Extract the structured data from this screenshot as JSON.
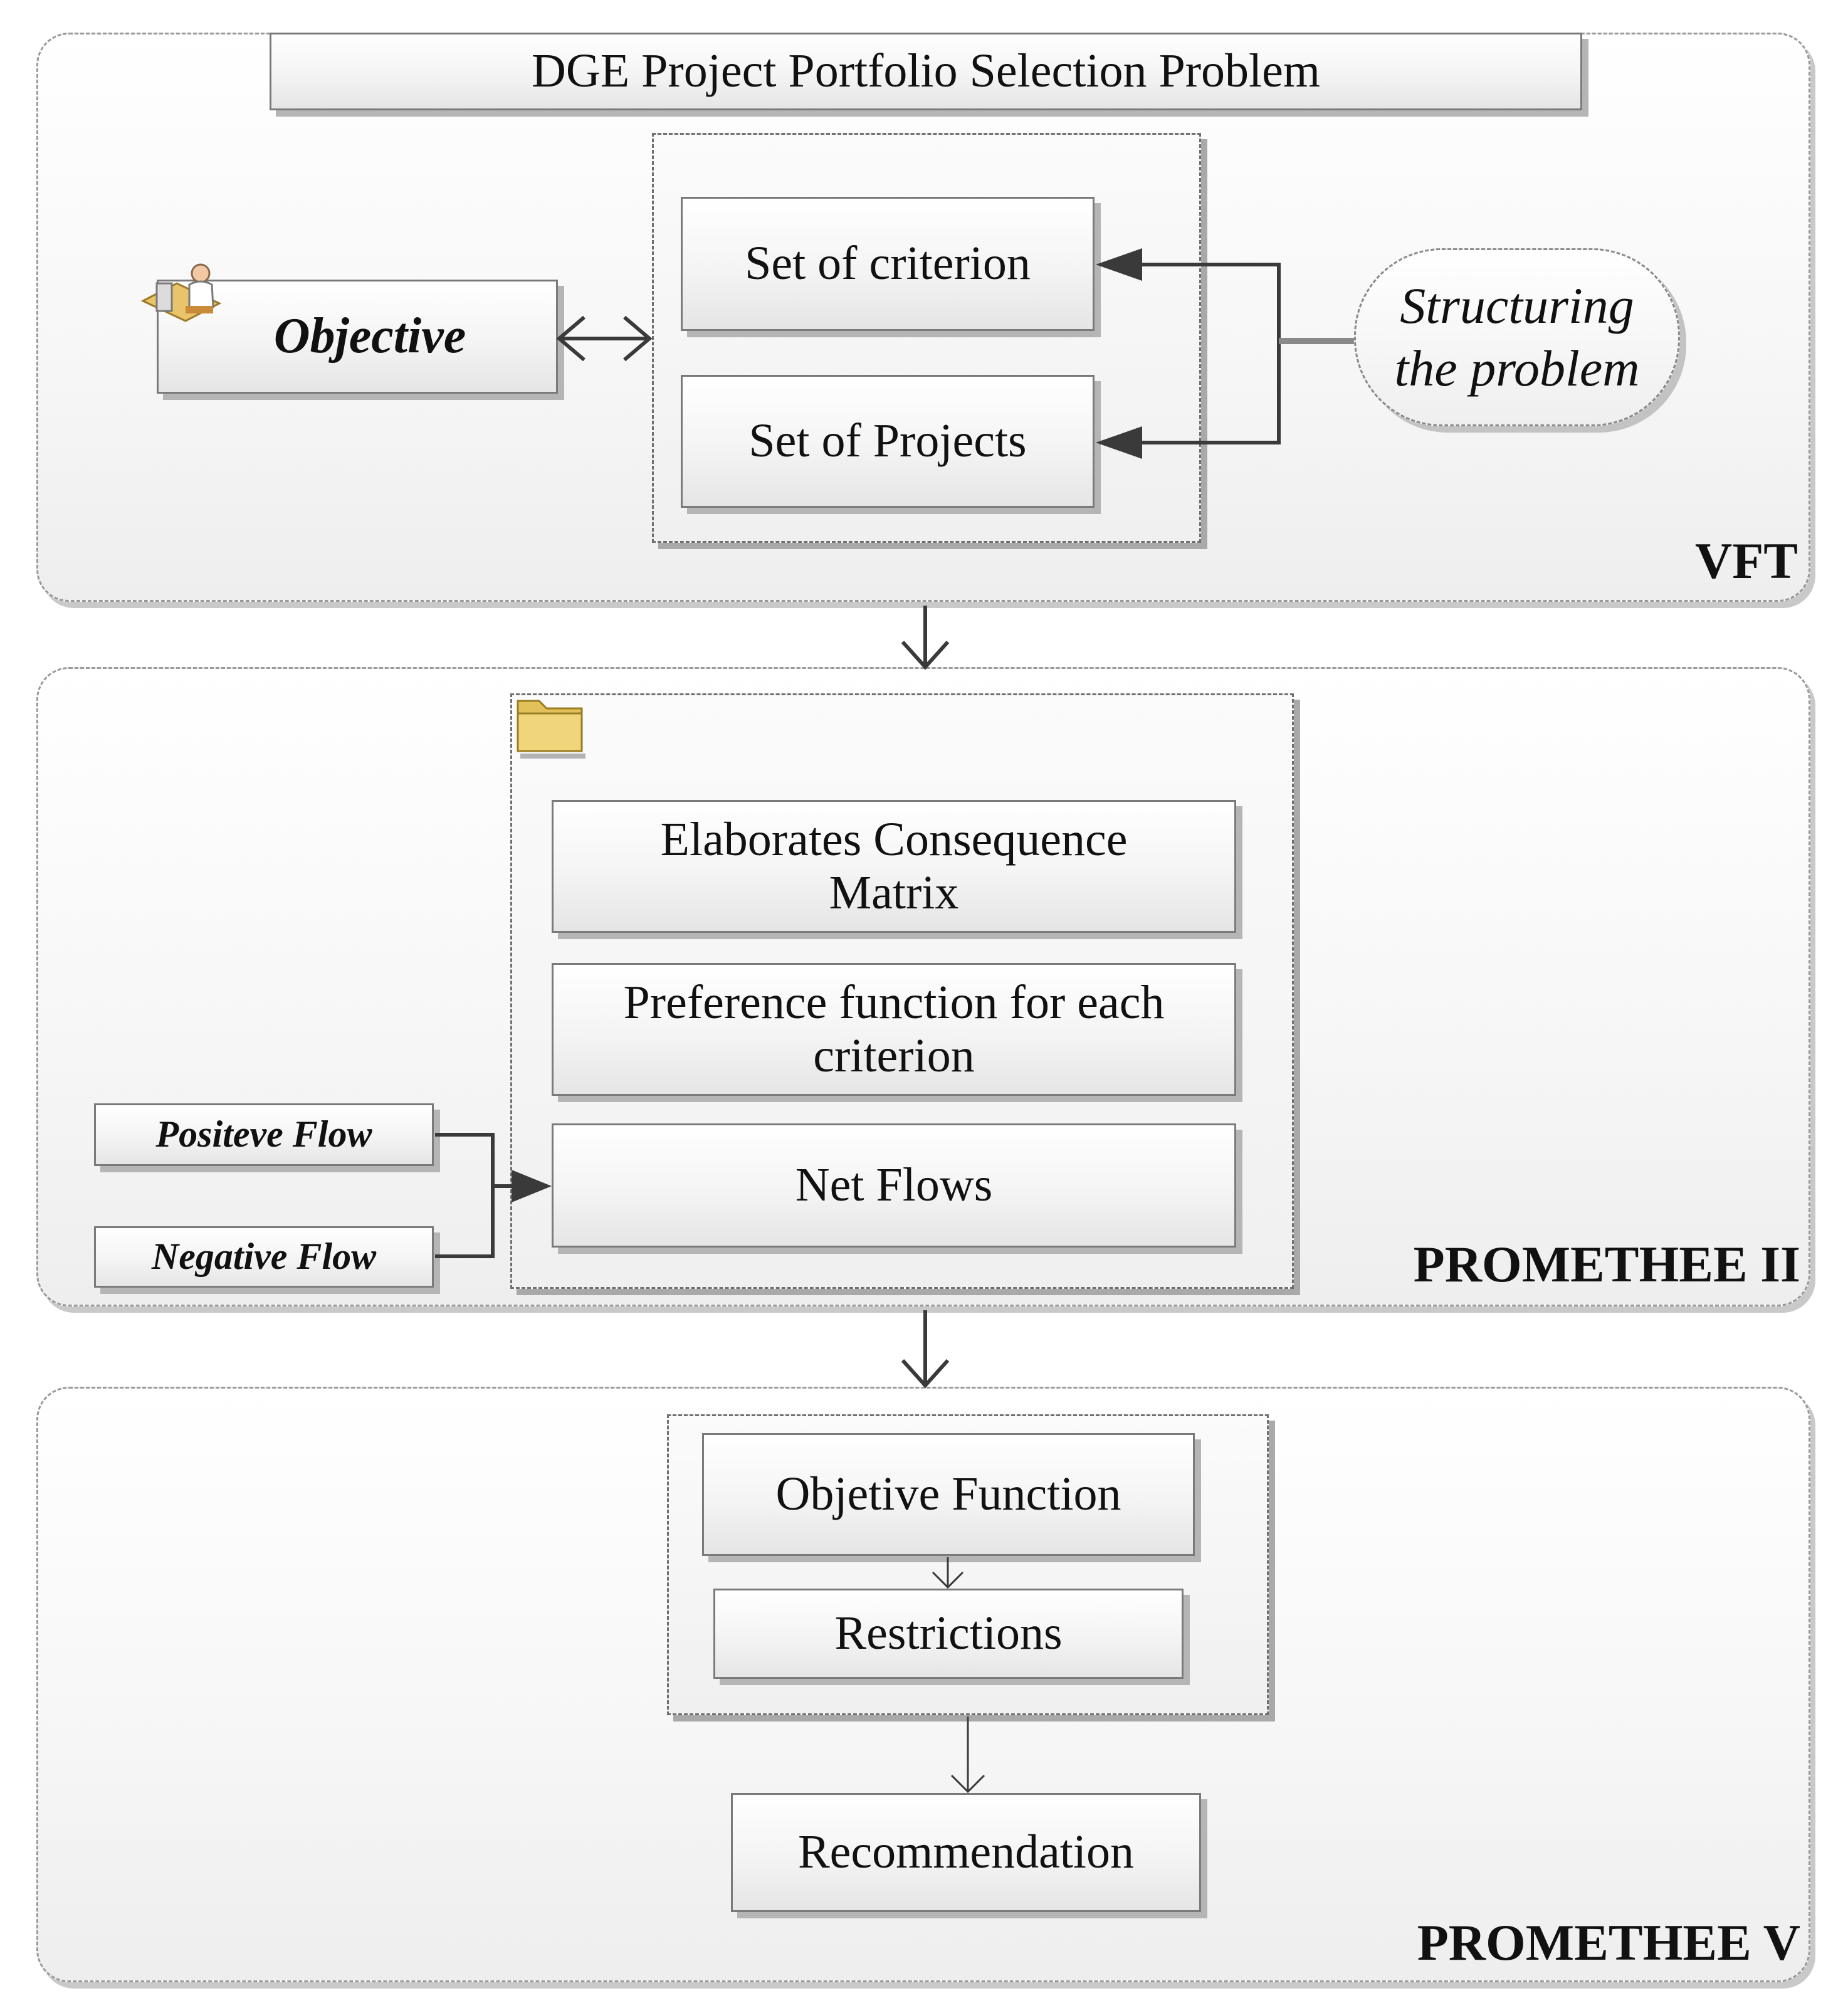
{
  "title": "DGE Project Portfolio Selection Problem",
  "vft": {
    "label": "VFT",
    "objective": "Objective",
    "set_criterion": "Set of criterion",
    "set_projects": "Set of Projects",
    "structuring_line1": "Structuring",
    "structuring_line2": "the problem"
  },
  "promethee2": {
    "label": "PROMETHEE II",
    "consequence_line1": "Elaborates Consequence",
    "consequence_line2": "Matrix",
    "preference_line1": "Preference function for each",
    "preference_line2": "criterion",
    "net_flows": "Net Flows",
    "positive_flow": "Positeve Flow",
    "negative_flow": "Negative Flow"
  },
  "promethee5": {
    "label": "PROMETHEE V",
    "objective_function": "Objetive Function",
    "restrictions": "Restrictions",
    "recommendation": "Recommendation"
  },
  "icons": {
    "objective_icon": "person-at-desk-icon",
    "folder_icon": "folder-icon"
  }
}
